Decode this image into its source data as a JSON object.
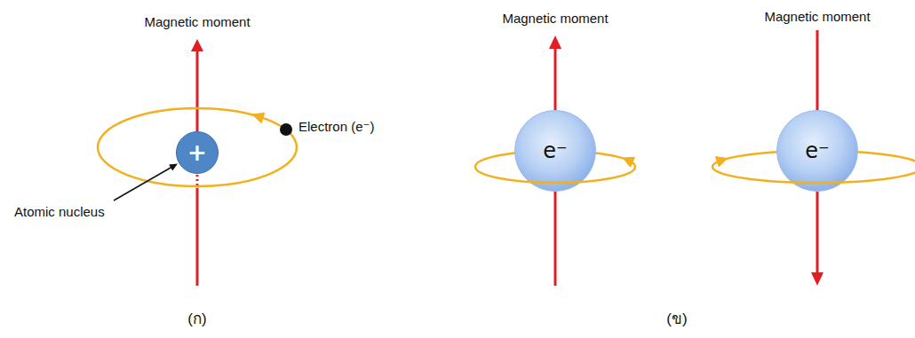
{
  "diagram": {
    "nodes": [
      {
        "text": [
          "+"
        ]
      },
      {
        "text": [
          "e⁻"
        ]
      },
      {
        "text": [
          "e⁻"
        ]
      }
    ],
    "labels": [
      "Magnetic moment",
      "Electron (e⁻)",
      "Atomic nucleus",
      "(ก)",
      "Magnetic moment",
      "Magnetic moment",
      "(ข)"
    ]
  }
}
